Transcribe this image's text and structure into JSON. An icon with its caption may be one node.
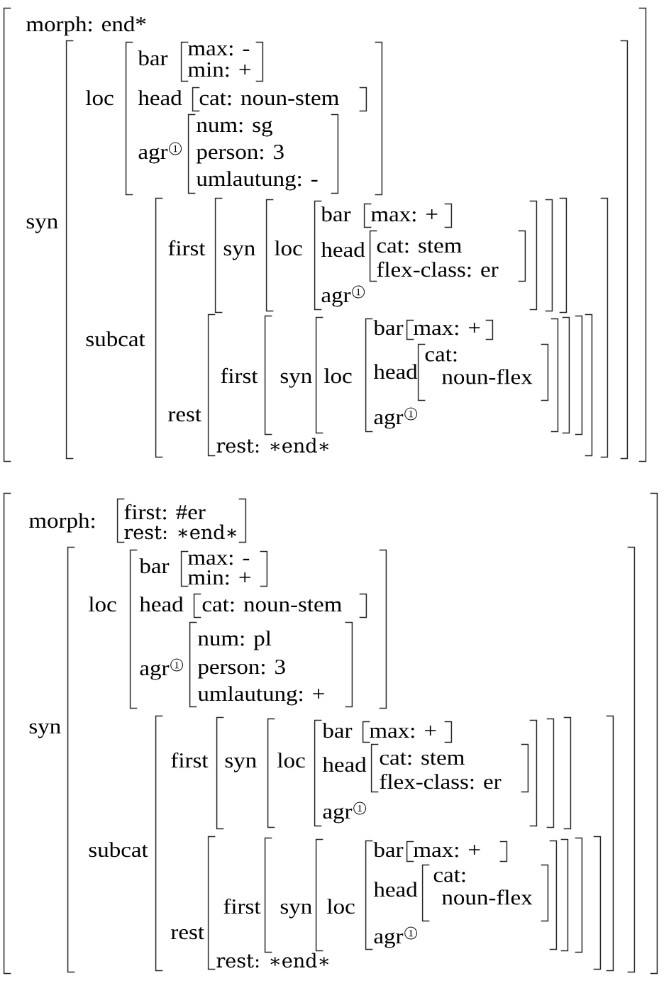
{
  "diagram": {
    "nodes": [
      {
        "text": [
          "morph: end*",
          "syn"
        ]
      },
      {
        "text": [
          "loc",
          "subcat"
        ],
        "in": 0
      },
      {
        "text": [
          "bar",
          "head",
          "agr",
          "1"
        ],
        "in": 1
      },
      {
        "text": [
          "max: -",
          "min: +"
        ],
        "in": 2
      },
      {
        "text": [
          "cat: noun-stem"
        ],
        "in": 2
      },
      {
        "text": [
          "num: sg",
          "person: 3",
          "umlautung: -"
        ],
        "in": 2
      },
      {
        "text": [
          "first",
          "rest"
        ],
        "in": 1
      },
      {
        "text": [
          "syn"
        ],
        "in": 6
      },
      {
        "text": [
          "loc"
        ],
        "in": 7
      },
      {
        "text": [
          "bar",
          "head",
          "agr",
          "1"
        ],
        "in": 8
      },
      {
        "text": [
          "max: +"
        ],
        "in": 9
      },
      {
        "text": [
          "cat: stem",
          "flex-class: er"
        ],
        "in": 9
      },
      {
        "text": [
          "first",
          "rest: ∗end∗"
        ],
        "in": 6
      },
      {
        "text": [
          "syn"
        ],
        "in": 12
      },
      {
        "text": [
          "loc"
        ],
        "in": 13
      },
      {
        "text": [
          "bar",
          "head",
          "agr",
          "1"
        ],
        "in": 14
      },
      {
        "text": [
          "max: +"
        ],
        "in": 15
      },
      {
        "text": [
          "cat: noun-flex"
        ],
        "in": 15
      },
      {
        "text": [
          "morph:",
          "syn"
        ]
      },
      {
        "text": [
          "first: #er",
          "rest: ∗end∗"
        ],
        "in": 18
      },
      {
        "text": [
          "loc",
          "subcat"
        ],
        "in": 18
      },
      {
        "text": [
          "bar",
          "head",
          "agr",
          "1"
        ],
        "in": 20
      },
      {
        "text": [
          "max: -",
          "min: +"
        ],
        "in": 21
      },
      {
        "text": [
          "cat: noun-stem"
        ],
        "in": 21
      },
      {
        "text": [
          "num: pl",
          "person: 3",
          "umlautung: +"
        ],
        "in": 21
      },
      {
        "text": [
          "first",
          "rest"
        ],
        "in": 20
      },
      {
        "text": [
          "syn"
        ],
        "in": 25
      },
      {
        "text": [
          "loc"
        ],
        "in": 26
      },
      {
        "text": [
          "bar",
          "head",
          "agr",
          "1"
        ],
        "in": 27
      },
      {
        "text": [
          "max: +"
        ],
        "in": 28
      },
      {
        "text": [
          "cat: stem",
          "flex-class: er"
        ],
        "in": 28
      },
      {
        "text": [
          "first",
          "rest: ∗end∗"
        ],
        "in": 25
      },
      {
        "text": [
          "syn"
        ],
        "in": 31
      },
      {
        "text": [
          "loc"
        ],
        "in": 32
      },
      {
        "text": [
          "bar",
          "head",
          "agr",
          "1"
        ],
        "in": 33
      },
      {
        "text": [
          "max: +"
        ],
        "in": 34
      },
      {
        "text": [
          "cat: noun-flex"
        ],
        "in": 34
      }
    ]
  }
}
